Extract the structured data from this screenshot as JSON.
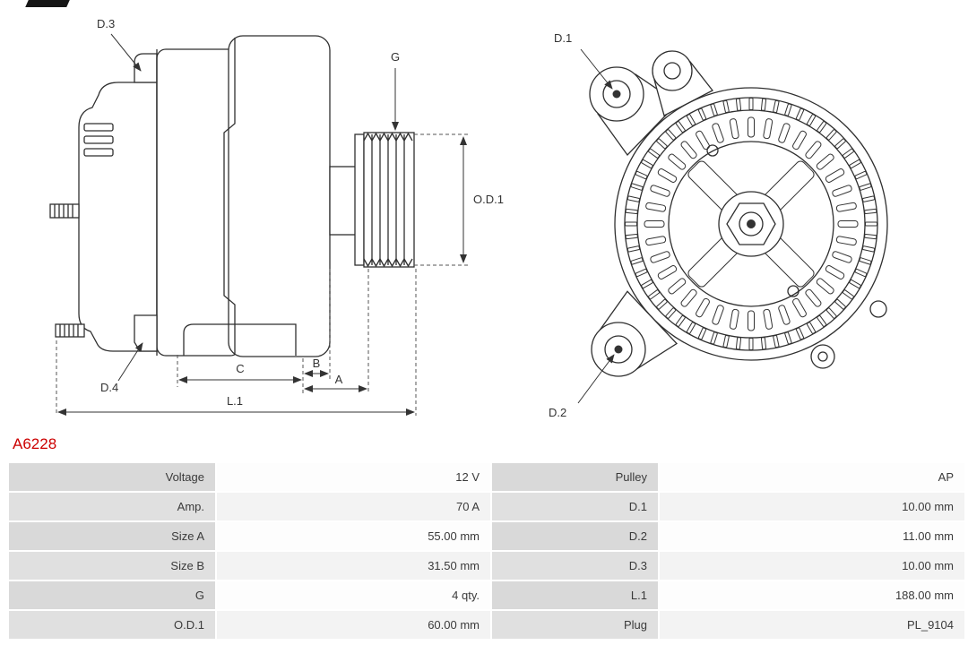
{
  "part_number": "A6228",
  "colors": {
    "accent": "#cc0000",
    "table_label_bg": "#d9d9d9",
    "table_value_bg": "#fdfdfd",
    "line": "#333333"
  },
  "diagram": {
    "labels": {
      "d1": "D.1",
      "d2": "D.2",
      "d3": "D.3",
      "d4": "D.4",
      "g": "G",
      "a": "A",
      "b": "B",
      "c": "C",
      "l1": "L.1",
      "od1": "O.D.1"
    }
  },
  "specs": {
    "rows": [
      [
        "Voltage",
        "12 V",
        "Pulley",
        "AP"
      ],
      [
        "Amp.",
        "70 A",
        "D.1",
        "10.00 mm"
      ],
      [
        "Size A",
        "55.00 mm",
        "D.2",
        "11.00 mm"
      ],
      [
        "Size B",
        "31.50 mm",
        "D.3",
        "10.00 mm"
      ],
      [
        "G",
        "4 qty.",
        "L.1",
        "188.00 mm"
      ],
      [
        "O.D.1",
        "60.00 mm",
        "Plug",
        "PL_9104"
      ]
    ]
  }
}
